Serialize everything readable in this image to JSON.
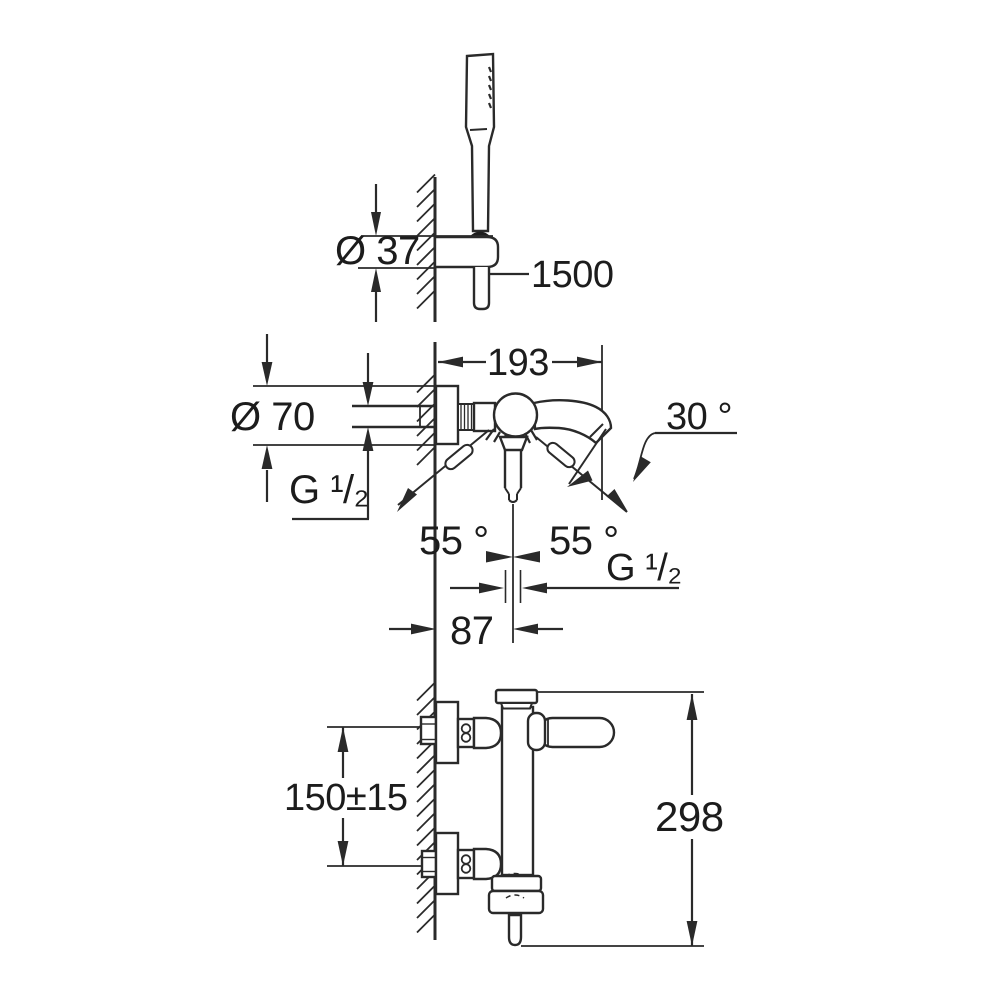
{
  "drawing": {
    "line_color": "#2a2a2a",
    "views": {
      "hand_shower_top": {
        "description": "hand shower on wall holder",
        "dims": {
          "holder_diameter": "Ø 37",
          "hose_length": "1500"
        }
      },
      "mixer_front": {
        "description": "bath mixer front view",
        "dims": {
          "spout_projection": "193",
          "escutcheon_diameter": "Ø 70",
          "inlet_thread": "G ¹/₂",
          "spout_angle": "30 °",
          "handle_swing_left": "55 °",
          "handle_swing_right": "55 °",
          "outlet_thread": "G ¹/₂",
          "hose_offset": "87"
        }
      },
      "mixer_side": {
        "description": "bath mixer side view",
        "dims": {
          "inlet_spacing": "150±15",
          "total_height": "298"
        }
      }
    }
  }
}
